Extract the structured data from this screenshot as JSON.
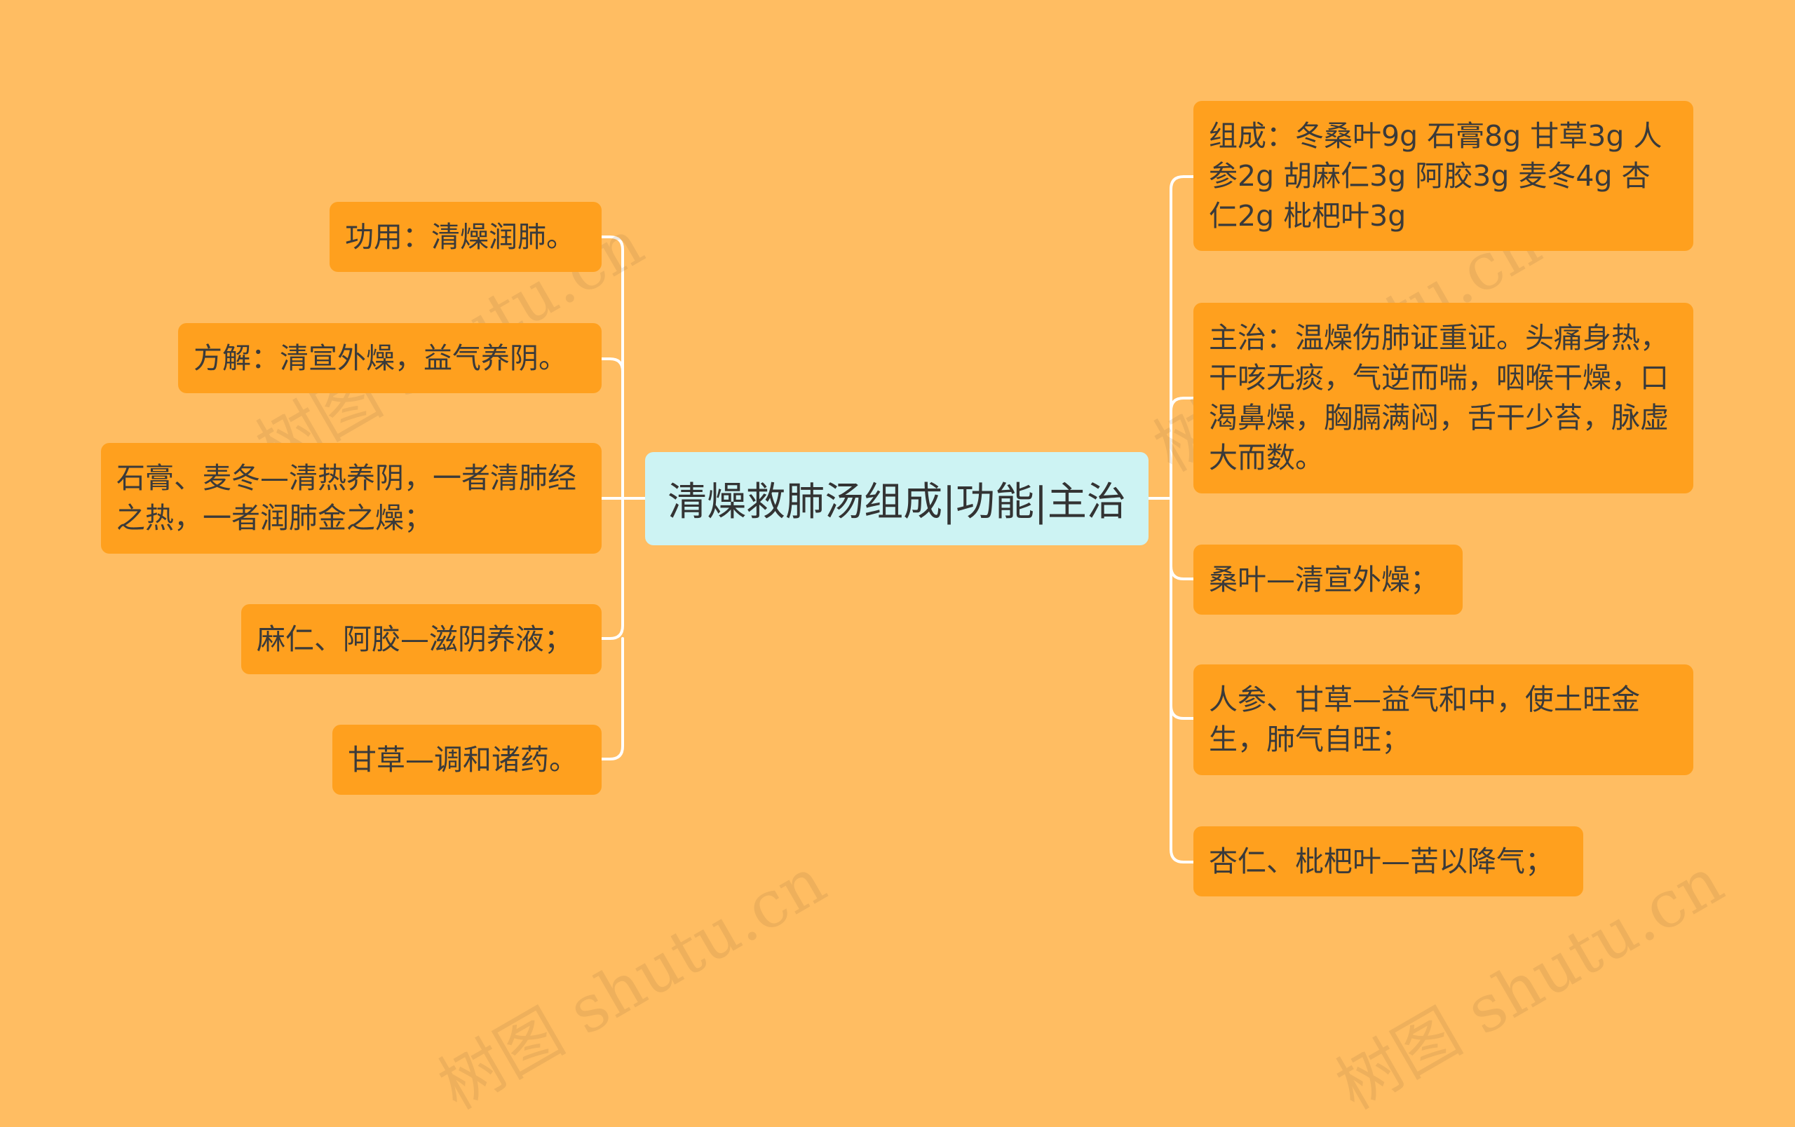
{
  "central": "清燥救肺汤组成|功能|主治",
  "left_nodes": [
    "功用：清燥润肺。",
    "方解：清宣外燥，益气养阴。",
    "石膏、麦冬—清热养阴，一者清肺经之热，一者润肺金之燥；",
    "麻仁、阿胶—滋阴养液；",
    "甘草—调和诸药。"
  ],
  "right_nodes": [
    "组成：冬桑叶9g 石膏8g 甘草3g 人参2g 胡麻仁3g 阿胶3g 麦冬4g 杏仁2g 枇杷叶3g",
    "主治：温燥伤肺证重证。头痛身热，干咳无痰，气逆而喘，咽喉干燥，口渴鼻燥，胸膈满闷，舌干少苔，脉虚大而数。",
    "桑叶—清宣外燥；",
    "人参、甘草—益气和中，使土旺金生，肺气自旺；",
    "杏仁、枇杷叶—苦以降气；"
  ],
  "watermark": "树图 shutu.cn",
  "colors": {
    "background": "#FFBD62",
    "node": "#FFA01E",
    "central": "#CDF3F3",
    "connector": "#FFFFFF"
  }
}
